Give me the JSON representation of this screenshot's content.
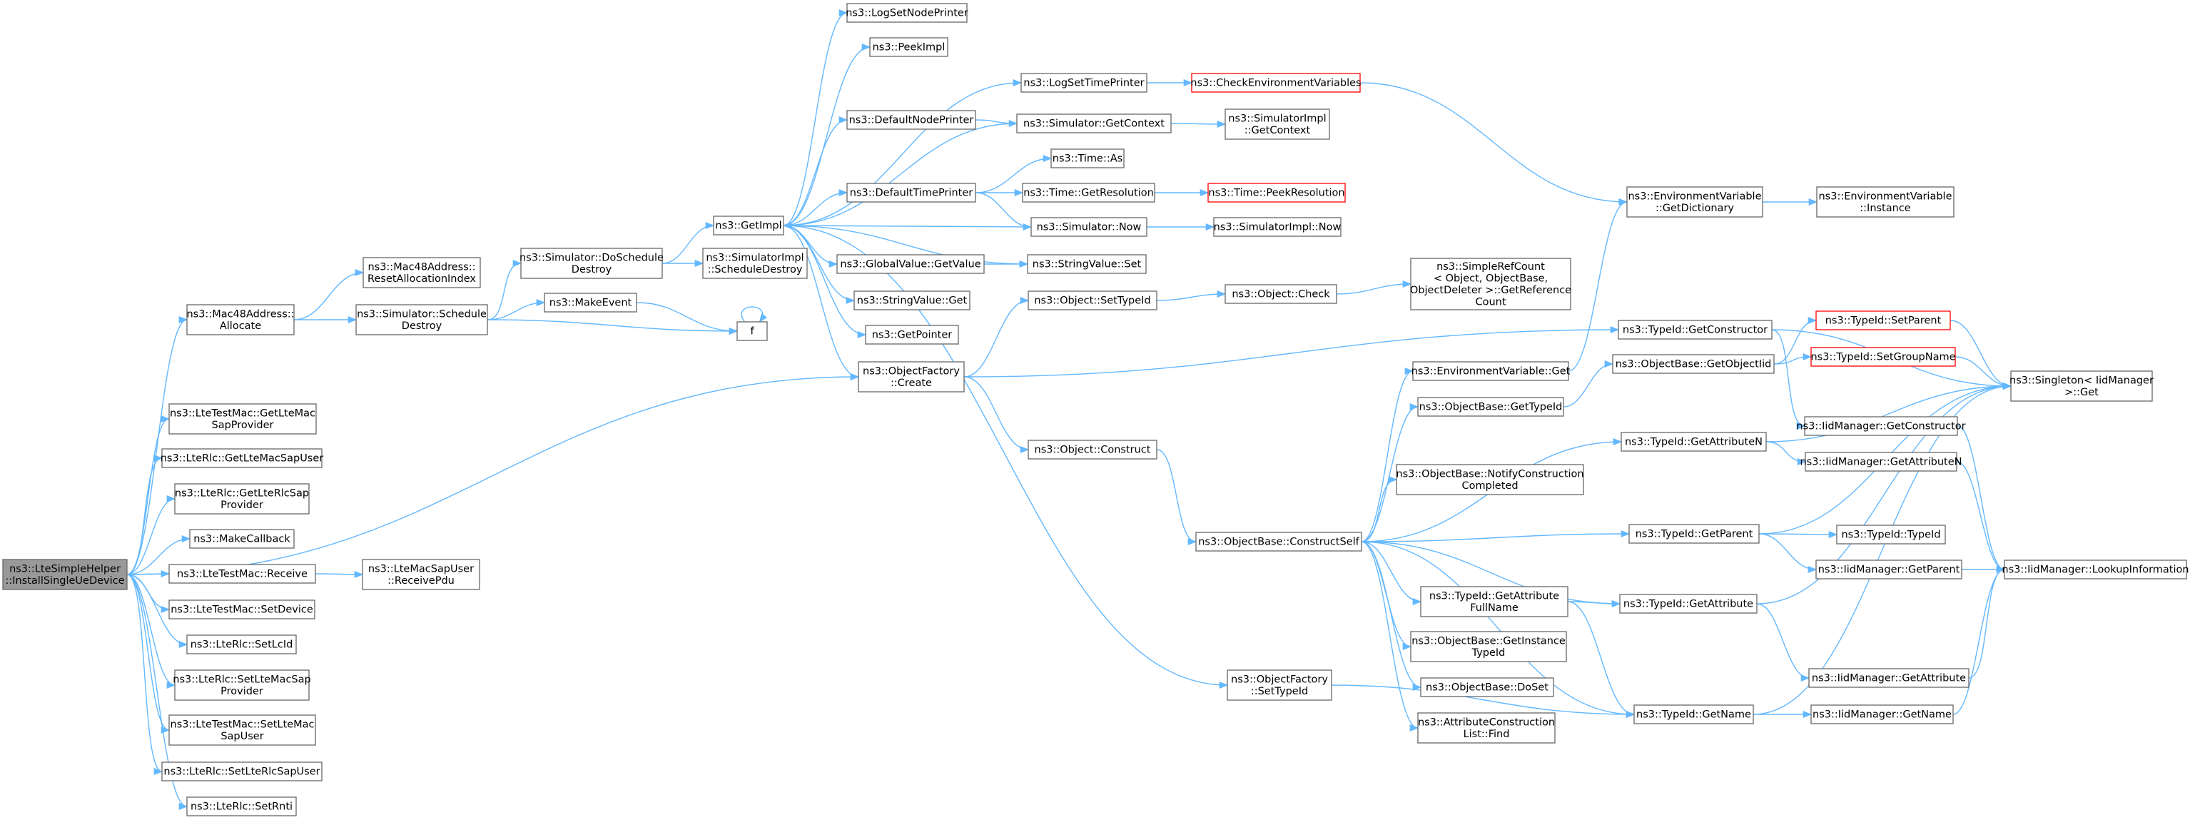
{
  "colors": {
    "edge": "#63b8ff",
    "node_border": "#666666",
    "node_border_truncated": "#ff0000",
    "root_fill": "#999999",
    "node_fill": "#ffffff"
  },
  "nodes": [
    {
      "id": "root",
      "lines": [
        "ns3::LteSimpleHelper",
        "::InstallSingleUeDevice"
      ],
      "style": "root"
    },
    {
      "id": "mac_alloc",
      "lines": [
        "ns3::Mac48Address::",
        "Allocate"
      ],
      "style": "normal"
    },
    {
      "id": "mac_reset",
      "lines": [
        "ns3::Mac48Address::",
        "ResetAllocationIndex"
      ],
      "style": "normal"
    },
    {
      "id": "sched_destroy",
      "lines": [
        "ns3::Simulator::Schedule",
        "Destroy"
      ],
      "style": "normal"
    },
    {
      "id": "do_sched",
      "lines": [
        "ns3::Simulator::DoSchedule",
        "Destroy"
      ],
      "style": "normal"
    },
    {
      "id": "make_event",
      "lines": [
        "ns3::MakeEvent"
      ],
      "style": "normal"
    },
    {
      "id": "f",
      "lines": [
        "f"
      ],
      "style": "normal"
    },
    {
      "id": "simimpl_sched",
      "lines": [
        "ns3::SimulatorImpl",
        "::ScheduleDestroy"
      ],
      "style": "normal"
    },
    {
      "id": "getimpl",
      "lines": [
        "ns3::GetImpl"
      ],
      "style": "normal"
    },
    {
      "id": "log_node",
      "lines": [
        "ns3::LogSetNodePrinter"
      ],
      "style": "normal"
    },
    {
      "id": "peek",
      "lines": [
        "ns3::PeekImpl"
      ],
      "style": "normal"
    },
    {
      "id": "log_time",
      "lines": [
        "ns3::LogSetTimePrinter"
      ],
      "style": "normal"
    },
    {
      "id": "check_env",
      "lines": [
        "ns3::CheckEnvironmentVariables"
      ],
      "style": "truncated"
    },
    {
      "id": "def_node",
      "lines": [
        "ns3::DefaultNodePrinter"
      ],
      "style": "normal"
    },
    {
      "id": "get_context",
      "lines": [
        "ns3::Simulator::GetContext"
      ],
      "style": "normal"
    },
    {
      "id": "simimpl_ctx",
      "lines": [
        "ns3::SimulatorImpl",
        "::GetContext"
      ],
      "style": "normal"
    },
    {
      "id": "time_as",
      "lines": [
        "ns3::Time::As"
      ],
      "style": "normal"
    },
    {
      "id": "def_time",
      "lines": [
        "ns3::DefaultTimePrinter"
      ],
      "style": "normal"
    },
    {
      "id": "time_res",
      "lines": [
        "ns3::Time::GetResolution"
      ],
      "style": "normal"
    },
    {
      "id": "peek_res",
      "lines": [
        "ns3::Time::PeekResolution"
      ],
      "style": "truncated"
    },
    {
      "id": "sim_now",
      "lines": [
        "ns3::Simulator::Now"
      ],
      "style": "normal"
    },
    {
      "id": "simimpl_now",
      "lines": [
        "ns3::SimulatorImpl::Now"
      ],
      "style": "normal"
    },
    {
      "id": "env_dict",
      "lines": [
        "ns3::EnvironmentVariable",
        "::GetDictionary"
      ],
      "style": "normal"
    },
    {
      "id": "env_inst",
      "lines": [
        "ns3::EnvironmentVariable",
        "::Instance"
      ],
      "style": "normal"
    },
    {
      "id": "gv_get",
      "lines": [
        "ns3::GlobalValue::GetValue"
      ],
      "style": "normal"
    },
    {
      "id": "sv_set",
      "lines": [
        "ns3::StringValue::Set"
      ],
      "style": "normal"
    },
    {
      "id": "sv_get",
      "lines": [
        "ns3::StringValue::Get"
      ],
      "style": "normal"
    },
    {
      "id": "obj_settid",
      "lines": [
        "ns3::Object::SetTypeId"
      ],
      "style": "normal"
    },
    {
      "id": "obj_check",
      "lines": [
        "ns3::Object::Check"
      ],
      "style": "normal"
    },
    {
      "id": "refcount",
      "lines": [
        "ns3::SimpleRefCount",
        "< Object, ObjectBase,",
        "ObjectDeleter >::GetReference",
        "Count"
      ],
      "style": "normal"
    },
    {
      "id": "getpointer",
      "lines": [
        "ns3::GetPointer"
      ],
      "style": "normal"
    },
    {
      "id": "of_create",
      "lines": [
        "ns3::ObjectFactory",
        "::Create"
      ],
      "style": "normal"
    },
    {
      "id": "tid_getctor",
      "lines": [
        "ns3::TypeId::GetConstructor"
      ],
      "style": "normal"
    },
    {
      "id": "tid_setparent",
      "lines": [
        "ns3::TypeId::SetParent"
      ],
      "style": "truncated"
    },
    {
      "id": "tid_setgroup",
      "lines": [
        "ns3::TypeId::SetGroupName"
      ],
      "style": "truncated"
    },
    {
      "id": "singleton",
      "lines": [
        "ns3::Singleton< IidManager",
        ">::Get"
      ],
      "style": "normal"
    },
    {
      "id": "env_get",
      "lines": [
        "ns3::EnvironmentVariable::Get"
      ],
      "style": "normal"
    },
    {
      "id": "ob_getoiid",
      "lines": [
        "ns3::ObjectBase::GetObjectIid"
      ],
      "style": "normal"
    },
    {
      "id": "ob_gettid",
      "lines": [
        "ns3::ObjectBase::GetTypeId"
      ],
      "style": "normal"
    },
    {
      "id": "iid_getctor",
      "lines": [
        "ns3::IidManager::GetConstructor"
      ],
      "style": "normal"
    },
    {
      "id": "tid_getattrn",
      "lines": [
        "ns3::TypeId::GetAttributeN"
      ],
      "style": "normal"
    },
    {
      "id": "iid_getattrn",
      "lines": [
        "ns3::IidManager::GetAttributeN"
      ],
      "style": "normal"
    },
    {
      "id": "obj_construct",
      "lines": [
        "ns3::Object::Construct"
      ],
      "style": "normal"
    },
    {
      "id": "ob_notify",
      "lines": [
        "ns3::ObjectBase::NotifyConstruction",
        "Completed"
      ],
      "style": "normal"
    },
    {
      "id": "ob_cself",
      "lines": [
        "ns3::ObjectBase::ConstructSelf"
      ],
      "style": "normal"
    },
    {
      "id": "tid_getparent",
      "lines": [
        "ns3::TypeId::GetParent"
      ],
      "style": "normal"
    },
    {
      "id": "tid_typeid",
      "lines": [
        "ns3::TypeId::TypeId"
      ],
      "style": "normal"
    },
    {
      "id": "iid_getparent",
      "lines": [
        "ns3::IidManager::GetParent"
      ],
      "style": "normal"
    },
    {
      "id": "iid_lookup",
      "lines": [
        "ns3::IidManager::LookupInformation"
      ],
      "style": "normal"
    },
    {
      "id": "tid_getattrfull",
      "lines": [
        "ns3::TypeId::GetAttribute",
        "FullName"
      ],
      "style": "normal"
    },
    {
      "id": "tid_getattr",
      "lines": [
        "ns3::TypeId::GetAttribute"
      ],
      "style": "normal"
    },
    {
      "id": "ob_getinst",
      "lines": [
        "ns3::ObjectBase::GetInstance",
        "TypeId"
      ],
      "style": "normal"
    },
    {
      "id": "iid_getattr",
      "lines": [
        "ns3::IidManager::GetAttribute"
      ],
      "style": "normal"
    },
    {
      "id": "ob_doset",
      "lines": [
        "ns3::ObjectBase::DoSet"
      ],
      "style": "normal"
    },
    {
      "id": "of_settid",
      "lines": [
        "ns3::ObjectFactory",
        "::SetTypeId"
      ],
      "style": "normal"
    },
    {
      "id": "tid_getname",
      "lines": [
        "ns3::TypeId::GetName"
      ],
      "style": "normal"
    },
    {
      "id": "iid_getname",
      "lines": [
        "ns3::IidManager::GetName"
      ],
      "style": "normal"
    },
    {
      "id": "acl_find",
      "lines": [
        "ns3::AttributeConstruction",
        "List::Find"
      ],
      "style": "normal"
    },
    {
      "id": "ltetm_getmacsap",
      "lines": [
        "ns3::LteTestMac::GetLteMac",
        "SapProvider"
      ],
      "style": "normal"
    },
    {
      "id": "lterlc_getmacsapuser",
      "lines": [
        "ns3::LteRlc::GetLteMacSapUser"
      ],
      "style": "normal"
    },
    {
      "id": "lterlc_getrlcsap",
      "lines": [
        "ns3::LteRlc::GetLteRlcSap",
        "Provider"
      ],
      "style": "normal"
    },
    {
      "id": "makecallback",
      "lines": [
        "ns3::MakeCallback"
      ],
      "style": "normal"
    },
    {
      "id": "ltetm_receive",
      "lines": [
        "ns3::LteTestMac::Receive"
      ],
      "style": "normal"
    },
    {
      "id": "ltemacsapuser_rx",
      "lines": [
        "ns3::LteMacSapUser",
        "::ReceivePdu"
      ],
      "style": "normal"
    },
    {
      "id": "ltetm_setdevice",
      "lines": [
        "ns3::LteTestMac::SetDevice"
      ],
      "style": "normal"
    },
    {
      "id": "lterlc_setlcid",
      "lines": [
        "ns3::LteRlc::SetLcId"
      ],
      "style": "normal"
    },
    {
      "id": "lterlc_setmacsap",
      "lines": [
        "ns3::LteRlc::SetLteMacSap",
        "Provider"
      ],
      "style": "normal"
    },
    {
      "id": "ltetm_setmacsapuser",
      "lines": [
        "ns3::LteTestMac::SetLteMac",
        "SapUser"
      ],
      "style": "normal"
    },
    {
      "id": "lterlc_setrlcsapuser",
      "lines": [
        "ns3::LteRlc::SetLteRlcSapUser"
      ],
      "style": "normal"
    },
    {
      "id": "lterlc_setrnti",
      "lines": [
        "ns3::LteRlc::SetRnti"
      ],
      "style": "normal"
    }
  ],
  "edges": [
    [
      "root",
      "mac_alloc"
    ],
    [
      "root",
      "of_create"
    ],
    [
      "root",
      "ltetm_getmacsap"
    ],
    [
      "root",
      "lterlc_getmacsapuser"
    ],
    [
      "root",
      "lterlc_getrlcsap"
    ],
    [
      "root",
      "makecallback"
    ],
    [
      "root",
      "ltetm_receive"
    ],
    [
      "root",
      "ltetm_setdevice"
    ],
    [
      "root",
      "lterlc_setlcid"
    ],
    [
      "root",
      "lterlc_setmacsap"
    ],
    [
      "root",
      "ltetm_setmacsapuser"
    ],
    [
      "root",
      "lterlc_setrlcsapuser"
    ],
    [
      "root",
      "lterlc_setrnti"
    ],
    [
      "mac_alloc",
      "mac_reset"
    ],
    [
      "mac_alloc",
      "sched_destroy"
    ],
    [
      "sched_destroy",
      "do_sched"
    ],
    [
      "sched_destroy",
      "make_event"
    ],
    [
      "sched_destroy",
      "f"
    ],
    [
      "make_event",
      "f"
    ],
    [
      "f",
      "f"
    ],
    [
      "do_sched",
      "getimpl"
    ],
    [
      "do_sched",
      "simimpl_sched"
    ],
    [
      "getimpl",
      "log_node"
    ],
    [
      "getimpl",
      "peek"
    ],
    [
      "getimpl",
      "log_time"
    ],
    [
      "getimpl",
      "def_node"
    ],
    [
      "getimpl",
      "def_time"
    ],
    [
      "getimpl",
      "gv_get"
    ],
    [
      "getimpl",
      "sv_get"
    ],
    [
      "getimpl",
      "getpointer"
    ],
    [
      "getimpl",
      "of_create"
    ],
    [
      "getimpl",
      "of_settid"
    ],
    [
      "getimpl",
      "sv_set"
    ],
    [
      "log_time",
      "check_env"
    ],
    [
      "check_env",
      "env_dict"
    ],
    [
      "env_dict",
      "env_inst"
    ],
    [
      "def_node",
      "get_context"
    ],
    [
      "get_context",
      "simimpl_ctx"
    ],
    [
      "get_context",
      "getimpl"
    ],
    [
      "def_time",
      "time_as"
    ],
    [
      "def_time",
      "time_res"
    ],
    [
      "def_time",
      "sim_now"
    ],
    [
      "time_res",
      "peek_res"
    ],
    [
      "sim_now",
      "getimpl"
    ],
    [
      "sim_now",
      "simimpl_now"
    ],
    [
      "gv_get",
      "sv_set"
    ],
    [
      "of_create",
      "obj_settid"
    ],
    [
      "of_create",
      "obj_construct"
    ],
    [
      "of_create",
      "tid_getctor"
    ],
    [
      "obj_settid",
      "obj_check"
    ],
    [
      "obj_check",
      "refcount"
    ],
    [
      "obj_construct",
      "ob_cself"
    ],
    [
      "tid_getctor",
      "singleton"
    ],
    [
      "tid_getctor",
      "iid_getctor"
    ],
    [
      "tid_setparent",
      "singleton"
    ],
    [
      "tid_setgroup",
      "singleton"
    ],
    [
      "iid_getctor",
      "iid_lookup"
    ],
    [
      "ob_cself",
      "env_get"
    ],
    [
      "ob_cself",
      "ob_gettid"
    ],
    [
      "ob_cself",
      "tid_getattrn"
    ],
    [
      "ob_cself",
      "ob_notify"
    ],
    [
      "ob_cself",
      "tid_getparent"
    ],
    [
      "ob_cself",
      "tid_getattrfull"
    ],
    [
      "ob_cself",
      "tid_getattr"
    ],
    [
      "ob_cself",
      "ob_getinst"
    ],
    [
      "ob_cself",
      "ob_doset"
    ],
    [
      "ob_cself",
      "acl_find"
    ],
    [
      "ob_cself",
      "tid_getname"
    ],
    [
      "env_get",
      "env_dict"
    ],
    [
      "ob_gettid",
      "ob_getoiid"
    ],
    [
      "ob_getoiid",
      "tid_setparent"
    ],
    [
      "ob_getoiid",
      "tid_setgroup"
    ],
    [
      "tid_getattrn",
      "singleton"
    ],
    [
      "tid_getattrn",
      "iid_getattrn"
    ],
    [
      "iid_getattrn",
      "iid_lookup"
    ],
    [
      "tid_getparent",
      "singleton"
    ],
    [
      "tid_getparent",
      "tid_typeid"
    ],
    [
      "tid_getparent",
      "iid_getparent"
    ],
    [
      "iid_getparent",
      "iid_lookup"
    ],
    [
      "tid_getattrfull",
      "tid_getattr"
    ],
    [
      "tid_getattrfull",
      "tid_getname"
    ],
    [
      "tid_getattr",
      "singleton"
    ],
    [
      "tid_getattr",
      "iid_getattr"
    ],
    [
      "iid_getattr",
      "iid_lookup"
    ],
    [
      "of_settid",
      "tid_getname"
    ],
    [
      "tid_getname",
      "singleton"
    ],
    [
      "tid_getname",
      "iid_getname"
    ],
    [
      "iid_getname",
      "iid_lookup"
    ],
    [
      "ltetm_receive",
      "ltemacsapuser_rx"
    ]
  ]
}
